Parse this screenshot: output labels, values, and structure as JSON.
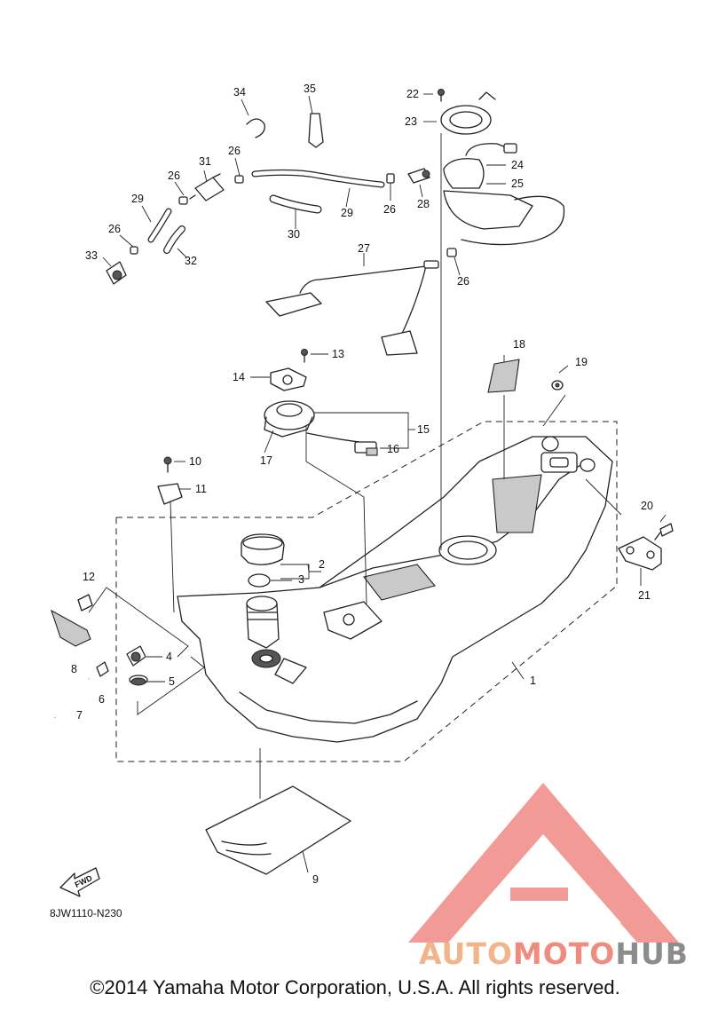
{
  "callouts": [
    "1",
    "2",
    "3",
    "4",
    "5",
    "6",
    "7",
    "8",
    "9",
    "10",
    "11",
    "12",
    "13",
    "14",
    "15",
    "16",
    "17",
    "18",
    "19",
    "20",
    "21",
    "22",
    "23",
    "24",
    "25",
    "26",
    "27",
    "28",
    "29",
    "30",
    "31",
    "32",
    "33",
    "34",
    "35"
  ],
  "fwd_label": "FWD",
  "ref_code": "8JW1110-N230",
  "copyright": "©2014 Yamaha Motor Corporation, U.S.A. All rights reserved.",
  "watermark": {
    "part1": "AUTO",
    "part2": "MOTO",
    "part3": "HUB",
    "colors": {
      "auto": "#f2b48a",
      "moto": "#ee8d7f",
      "hub": "#8c8c8c",
      "logo": "#f08a84"
    }
  }
}
